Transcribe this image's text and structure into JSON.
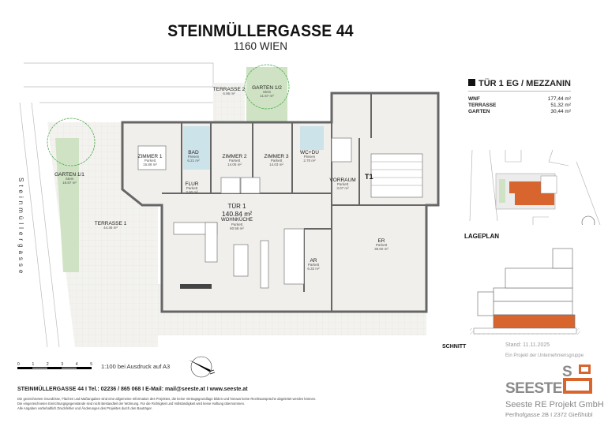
{
  "header": {
    "title": "STEINMÜLLERGASSE 44",
    "subtitle": "1160 WIEN"
  },
  "unit_info": {
    "unit": "TÜR 1",
    "level": "EG / MEZZANIN",
    "areas": [
      {
        "label": "WNF",
        "value": "177,44 m²"
      },
      {
        "label": "TERRASSE",
        "value": "51,32 m²"
      },
      {
        "label": "GARTEN",
        "value": "30,44 m²"
      }
    ]
  },
  "plan": {
    "street": "Steinmüllergasse",
    "unit_label": "TÜR 1",
    "unit_area": "140.84 m²",
    "living": {
      "name": "WOHNKÜCHE",
      "floor": "Parkett",
      "area": "60.58 m²"
    },
    "stair_label": "T1",
    "rooms": [
      {
        "name": "TERRASSE 2",
        "floor": "",
        "area": "6.96 m²"
      },
      {
        "name": "GARTEN 1/2",
        "floor": "Stein",
        "area": "11.57 m²"
      },
      {
        "name": "GARTEN 1/1",
        "floor": "Stein",
        "area": "18.87 m²"
      },
      {
        "name": "ZIMMER 1",
        "floor": "Parkett",
        "area": "15.88 m²"
      },
      {
        "name": "BAD",
        "floor": "Fliesen",
        "area": "6.21 m²"
      },
      {
        "name": "ZIMMER 2",
        "floor": "Parkett",
        "area": "14.05 m²"
      },
      {
        "name": "ZIMMER 3",
        "floor": "Parkett",
        "area": "14.03 m²"
      },
      {
        "name": "WC+DU",
        "floor": "Fliesen",
        "area": "2.70 m²"
      },
      {
        "name": "FLUR",
        "floor": "Parkett",
        "area": "3.90 m²"
      },
      {
        "name": "VORRAUM",
        "floor": "Parkett",
        "area": "3.07 m²"
      },
      {
        "name": "TERRASSE 1",
        "floor": "",
        "area": "44.36 m²"
      },
      {
        "name": "ER",
        "floor": "Parkett",
        "area": "38.60 m²"
      },
      {
        "name": "AR",
        "floor": "Parkett",
        "area": "6.32 m²"
      }
    ]
  },
  "lageplan_label": "LAGEPLAN",
  "schnitt_label": "SCHNITT",
  "scale": {
    "ticks": [
      "0",
      "1",
      "2",
      "3",
      "4",
      "5"
    ],
    "text": "1:100 bei Ausdruck auf A3"
  },
  "footer": {
    "contact": "STEINMÜLLERGASSE 44 I Tel.: 02236 / 865 068 I E-Mail: mail@seeste.at I www.seeste.at",
    "disclaimer": [
      "Die gezeichneten Grundrisse, Flächen und Maßangaben sind eine allgemeine Information des Projektes, die keine Vertragsgrundlage bilden und hieraus keine Rechtsansprüche abgeleitet werden können.",
      "Die eingezeichneten Einrichtungsgegenstände sind nicht Bestandteil der Wohnung. Für die Richtigkeit und Vollständigkeit wird keine Haftung übernommen.",
      "Alle Angaben vorbehaltlich Druckfehler und Änderungen des Projektes durch den Bauträger."
    ]
  },
  "branding": {
    "stand": "Stand: 11.11.2025",
    "group": "Ein Projekt der Unternehmensgruppe",
    "logo": "SEESTE",
    "company": "Seeste RE Projekt GmbH",
    "address": "Perlhofgasse 2B I 2372 Gießhübl",
    "accent": "#d8642e"
  }
}
